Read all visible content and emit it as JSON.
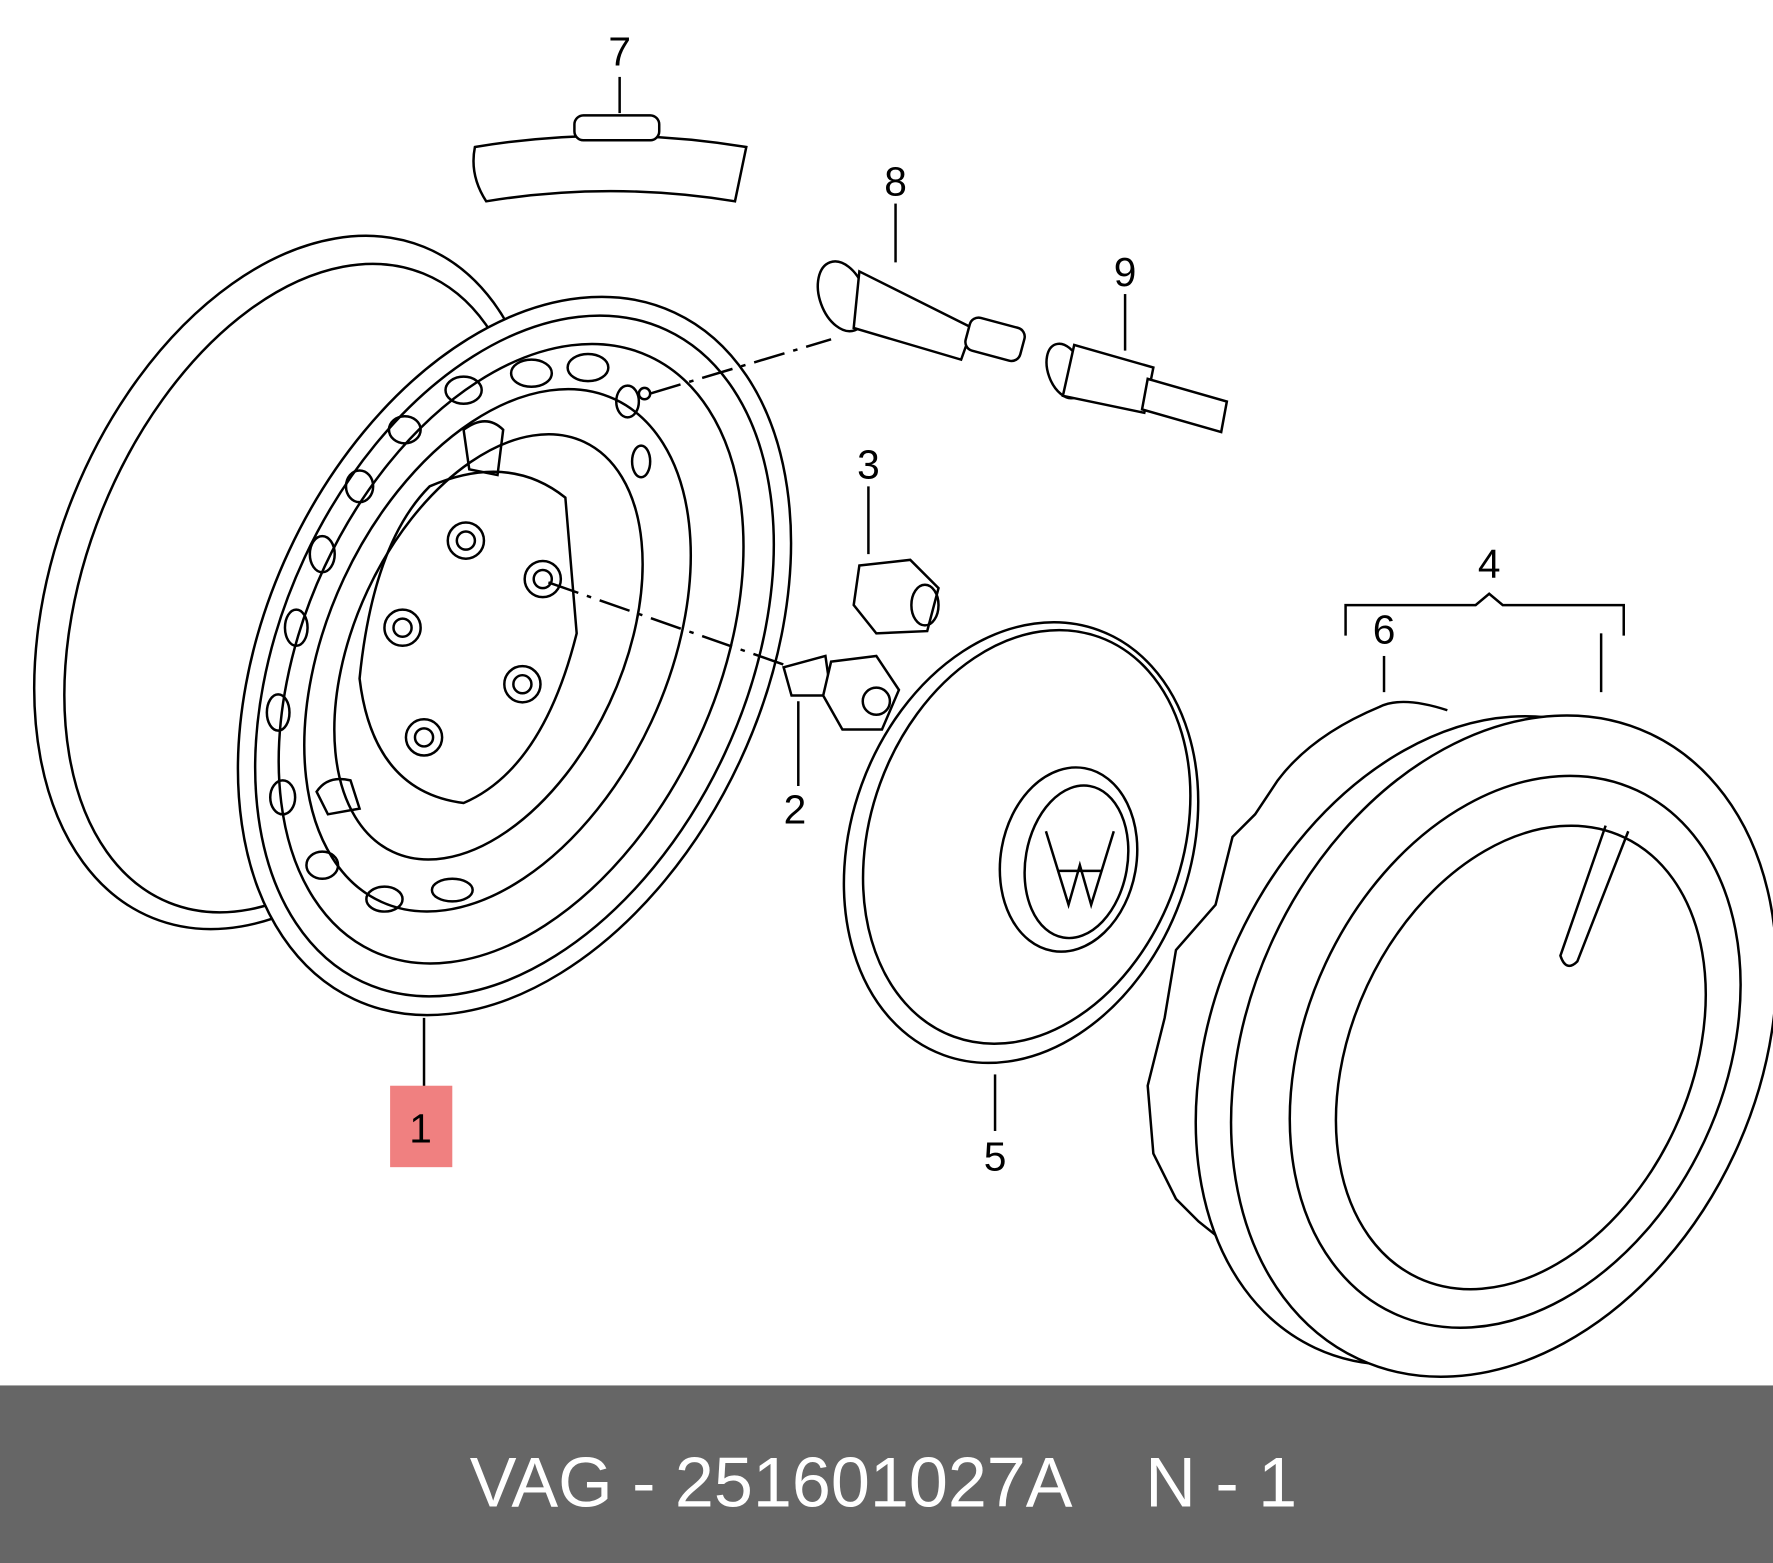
{
  "diagram": {
    "callouts": [
      {
        "id": "1",
        "text": "1",
        "highlighted": true
      },
      {
        "id": "2",
        "text": "2"
      },
      {
        "id": "3",
        "text": "3"
      },
      {
        "id": "4",
        "text": "4"
      },
      {
        "id": "5",
        "text": "5"
      },
      {
        "id": "6",
        "text": "6"
      },
      {
        "id": "7",
        "text": "7"
      },
      {
        "id": "8",
        "text": "8"
      },
      {
        "id": "9",
        "text": "9"
      }
    ],
    "highlight_color": "#f08080"
  },
  "footer": {
    "part_label": "VAG - 251601027A",
    "position_label": "N - 1",
    "background": "#666666"
  }
}
